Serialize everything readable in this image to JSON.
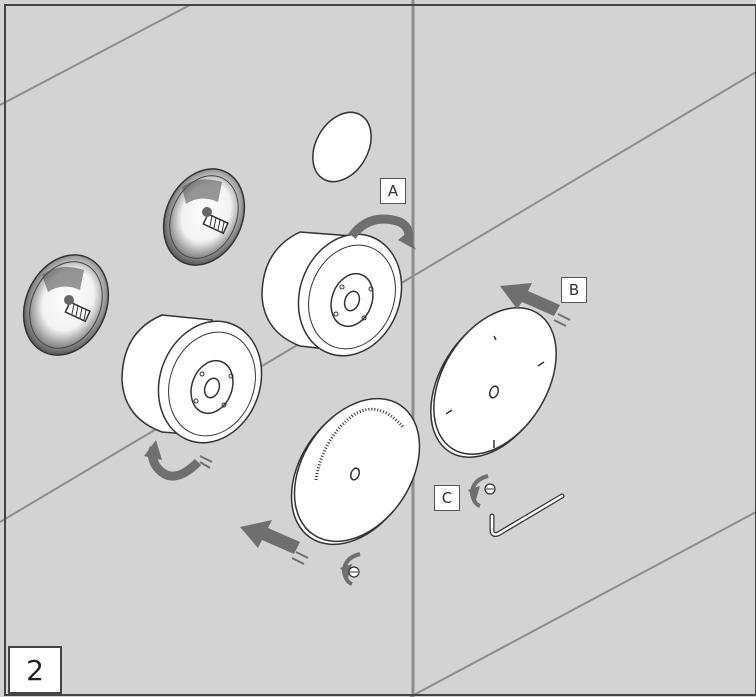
{
  "step": {
    "number": "2"
  },
  "callouts": {
    "a": "A",
    "b": "B",
    "c": "C"
  },
  "colors": {
    "wall": "#d2d2d2",
    "tile_joint": "#8a8a8a",
    "outline": "#333333",
    "part_fill": "#ffffff",
    "arrow": "#707070",
    "border": "#444444"
  },
  "icons": [
    "rotate-arrow-icon",
    "push-arrow-icon",
    "hex-key-icon",
    "lock-rotate-icon"
  ]
}
